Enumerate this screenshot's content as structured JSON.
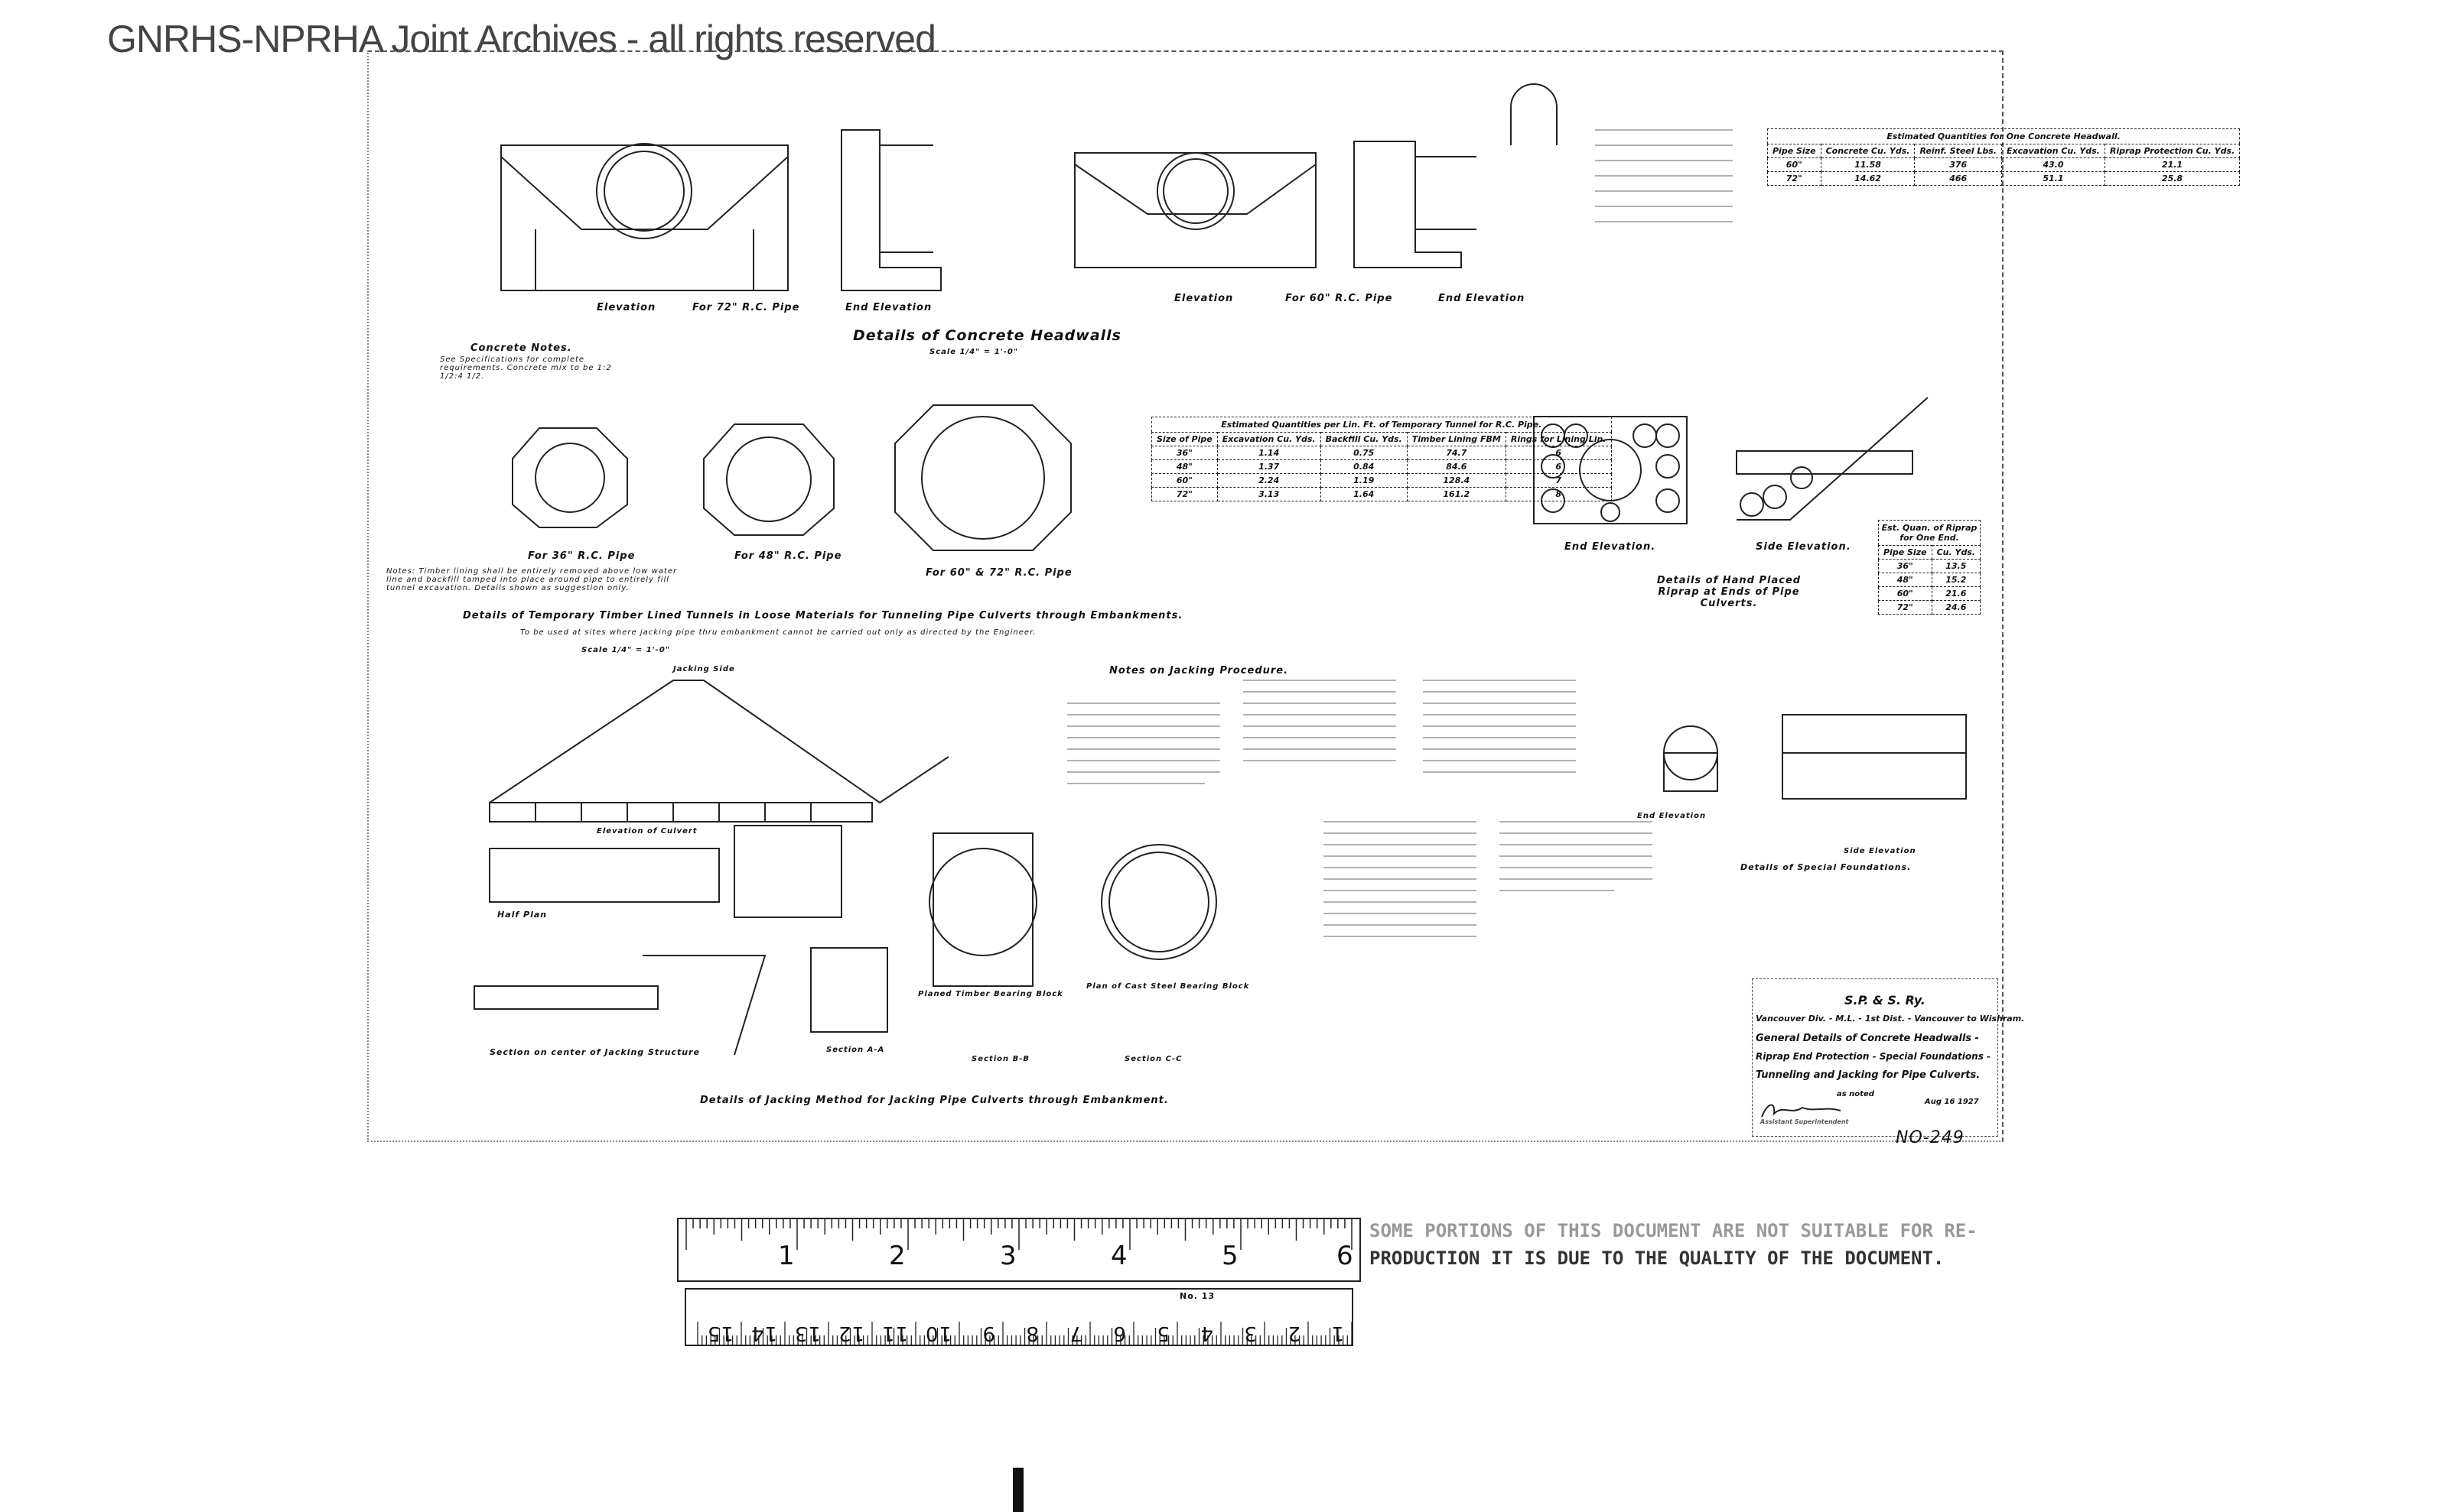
{
  "watermark": "GNRHS-NPRHA Joint Archives - all rights reserved",
  "headwalls": {
    "title": "Details of Concrete Headwalls",
    "scale": "Scale 1/4\" = 1'-0\"",
    "views": [
      "Elevation",
      "For 72\" R.C. Pipe",
      "End Elevation",
      "Elevation",
      "For 60\" R.C. Pipe",
      "End Elevation"
    ],
    "notes_title": "Concrete Notes.",
    "notes": "See Specifications for complete requirements. Concrete mix to be 1:2 1/2:4 1/2."
  },
  "headwall_table": {
    "title": "Estimated Quantities for One Concrete Headwall.",
    "headers": [
      "Pipe Size",
      "Concrete Cu. Yds.",
      "Reinf. Steel Lbs.",
      "Excavation Cu. Yds.",
      "Riprap Protection Cu. Yds."
    ],
    "rows": [
      [
        "60\"",
        "11.58",
        "376",
        "43.0",
        "21.1"
      ],
      [
        "72\"",
        "14.62",
        "466",
        "51.1",
        "25.8"
      ]
    ]
  },
  "tunnels": {
    "title": "Details of Temporary Timber Lined Tunnels in Loose Materials for Tunneling Pipe Culverts through Embankments.",
    "subnote": "To be used at sites where jacking pipe thru embankment cannot be carried out only as directed by the Engineer.",
    "scale": "Scale 1/4\" = 1'-0\"",
    "captions": [
      "For 36\" R.C. Pipe",
      "For 48\" R.C. Pipe",
      "For 60\" & 72\" R.C. Pipe"
    ],
    "notes": "Notes: Timber lining shall be entirely removed above low water line and backfill tamped into place around pipe to entirely fill tunnel excavation. Details shown as suggestion only."
  },
  "tunnel_table": {
    "title": "Estimated Quantities per Lin. Ft. of Temporary Tunnel for R.C. Pipe.",
    "headers": [
      "Size of Pipe",
      "Excavation Cu. Yds.",
      "Backfill Cu. Yds.",
      "Timber Lining FBM",
      "Rings for Lining Lin."
    ],
    "rows": [
      [
        "36\"",
        "1.14",
        "0.75",
        "74.7",
        "6"
      ],
      [
        "48\"",
        "1.37",
        "0.84",
        "84.6",
        "6"
      ],
      [
        "60\"",
        "2.24",
        "1.19",
        "128.4",
        "7"
      ],
      [
        "72\"",
        "3.13",
        "1.64",
        "161.2",
        "8"
      ]
    ]
  },
  "riprap": {
    "title": "Details of Hand Placed Riprap at Ends of Pipe Culverts.",
    "views": [
      "End Elevation.",
      "Side Elevation."
    ]
  },
  "riprap_table": {
    "title": "Est. Quan. of Riprap for One End.",
    "headers": [
      "Pipe Size",
      "Cu. Yds."
    ],
    "rows": [
      [
        "36\"",
        "13.5"
      ],
      [
        "48\"",
        "15.2"
      ],
      [
        "60\"",
        "21.6"
      ],
      [
        "72\"",
        "24.6"
      ]
    ]
  },
  "jacking": {
    "title": "Details of Jacking Method for Jacking Pipe Culverts through Embankment.",
    "notes_title": "Notes on Jacking Procedure.",
    "views": [
      "Elevation of Culvert",
      "Half Plan",
      "Section on center of Jacking Structure",
      "Section A-A",
      "Section B-B",
      "Section C-C",
      "Planed Timber Bearing Block",
      "Plan of Cast Steel Bearing Block"
    ],
    "jacking_side": "Jacking Side"
  },
  "foundations": {
    "title": "Details of Special Foundations.",
    "views": [
      "End Elevation",
      "Side Elevation"
    ]
  },
  "title_block": {
    "railway": "S.P. & S. Ry.",
    "division": "Vancouver Div. - M.L. - 1st Dist. - Vancouver to Wishram.",
    "line1": "General Details of Concrete Headwalls -",
    "line2": "Riprap End Protection - Special Foundations -",
    "line3": "Tunneling and Jacking for Pipe Culverts.",
    "scale": "as noted",
    "date": "Aug 16 1927",
    "signer": "Assistant Superintendent",
    "drawing_no": "NO-249"
  },
  "ruler": {
    "inches": [
      "1",
      "2",
      "3",
      "4",
      "5",
      "6"
    ],
    "cm": [
      "1",
      "2",
      "3",
      "4",
      "5",
      "6",
      "7",
      "8",
      "9",
      "10",
      "11",
      "12",
      "13",
      "14",
      "15"
    ],
    "model": "No. 13"
  },
  "stamp": {
    "line1": "SOME PORTIONS OF THIS DOCUMENT ARE NOT SUITABLE FOR RE-",
    "line2": "PRODUCTION IT IS DUE TO THE QUALITY OF THE DOCUMENT."
  }
}
